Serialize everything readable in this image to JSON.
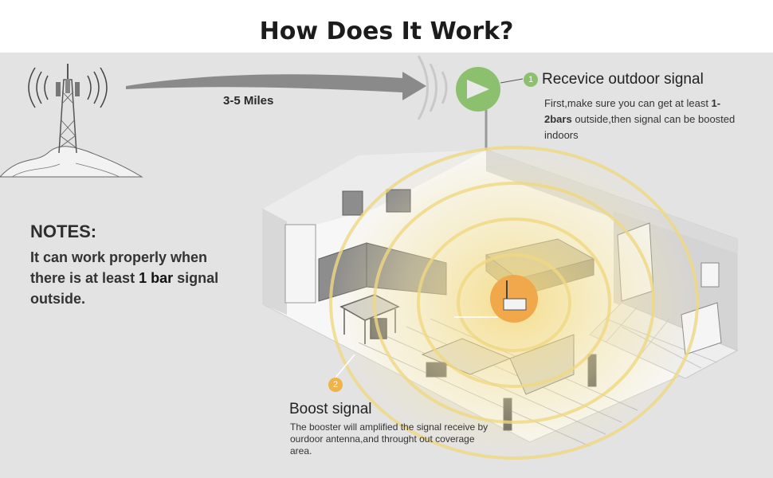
{
  "title": "How Does It Work?",
  "distance_label": "3-5 Miles",
  "notes": {
    "heading": "NOTES:",
    "text_before": "It can work properly when there is at least ",
    "text_bold": "1 bar",
    "text_after": " signal outside."
  },
  "step1": {
    "number": "1",
    "heading": "Recevice outdoor signal",
    "text_before": "First,make sure you can get at least ",
    "text_bold": "1-2bars",
    "text_after": " outside,then signal can be boosted indoors"
  },
  "step2": {
    "number": "2",
    "heading": "Boost signal",
    "text": "The booster will amplified the signal receive by ourdoor antenna,and throught out coverage area."
  },
  "colors": {
    "antenna_green": "#8cc06e",
    "booster_orange": "#f0a84a",
    "wave_yellow": "#f3e08c",
    "panel_gray": "#e3e3e3"
  }
}
